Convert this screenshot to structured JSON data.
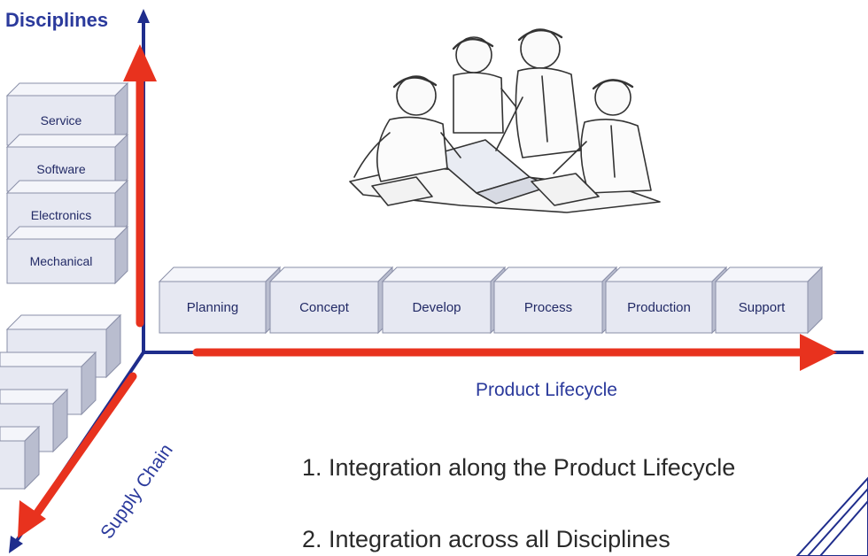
{
  "disciplines_label": "Disciplines",
  "lifecycle_label": "Product Lifecycle",
  "supply_chain_label": "Supply Chain",
  "disciplines": [
    "Service",
    "Software",
    "Electronics",
    "Mechanical"
  ],
  "lifecycle_stages": [
    "Planning",
    "Concept",
    "Develop",
    "Process",
    "Production",
    "Support"
  ],
  "statements": [
    "1. Integration along the Product Lifecycle",
    "2. Integration across all Disciplines"
  ],
  "colors": {
    "axis_blue": "#1f2d8c",
    "arrow_red": "#e8321e",
    "box_front": "#e6e8f2",
    "box_top": "#f4f5fa",
    "box_side": "#b9bdcf",
    "label_blue": "#2b3a9c"
  },
  "illustration": "people-gathered-around-laptop"
}
